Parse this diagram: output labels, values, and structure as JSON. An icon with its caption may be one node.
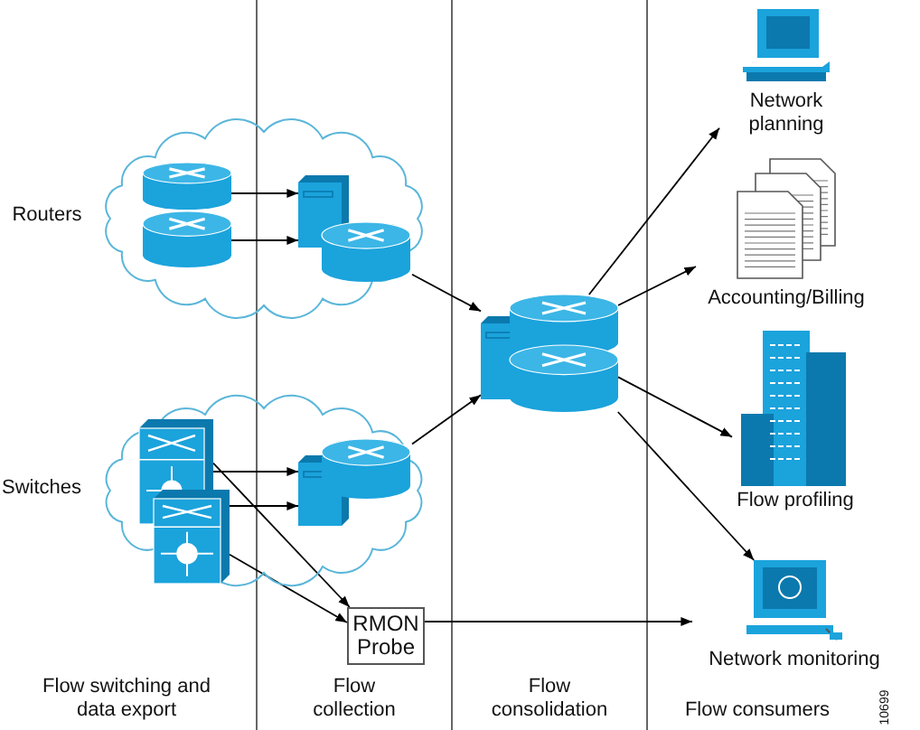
{
  "diagram": {
    "nodes": [
      {
        "text": [
          "Routers"
        ]
      },
      {
        "text": [],
        "shape": "picture",
        "in": 0
      },
      {
        "text": [],
        "shape": "picture",
        "in": 0
      },
      {
        "text": [],
        "shape": "picture",
        "in": 0
      },
      {
        "text": [
          "Switches"
        ]
      },
      {
        "text": [],
        "shape": "picture",
        "in": 4
      },
      {
        "text": [],
        "shape": "picture",
        "in": 4
      },
      {
        "text": [],
        "shape": "picture",
        "in": 4
      },
      {
        "text": [
          "RMON Probe"
        ]
      },
      {
        "text": [],
        "shape": "picture"
      },
      {
        "text": [
          "Network planning"
        ]
      },
      {
        "text": [
          "Accounting/Billing"
        ]
      },
      {
        "text": [
          "Flow profiling"
        ]
      },
      {
        "text": [
          "Network monitoring"
        ]
      }
    ],
    "edges": [
      {
        "from": 1,
        "to": 3,
        "arrow": "to"
      },
      {
        "from": 2,
        "to": 3,
        "arrow": "to"
      },
      {
        "from": 3,
        "to": 9,
        "arrow": "to"
      },
      {
        "from": 5,
        "to": 7,
        "arrow": "to"
      },
      {
        "from": 6,
        "to": 7,
        "arrow": "to"
      },
      {
        "from": 5,
        "to": 8,
        "arrow": "to"
      },
      {
        "from": 6,
        "to": 8,
        "arrow": "to"
      },
      {
        "from": 7,
        "to": 9,
        "arrow": "to"
      },
      {
        "from": 8,
        "to": 13,
        "arrow": "to"
      },
      {
        "from": 9,
        "to": 10,
        "arrow": "to"
      },
      {
        "from": 9,
        "to": 11,
        "arrow": "to"
      },
      {
        "from": 9,
        "to": 12,
        "arrow": "to"
      },
      {
        "from": 9,
        "to": 13,
        "arrow": "to"
      }
    ],
    "labels": [
      "Flow switching and data export",
      "Flow collection",
      "Flow consolidation",
      "Flow consumers",
      "10699"
    ]
  }
}
